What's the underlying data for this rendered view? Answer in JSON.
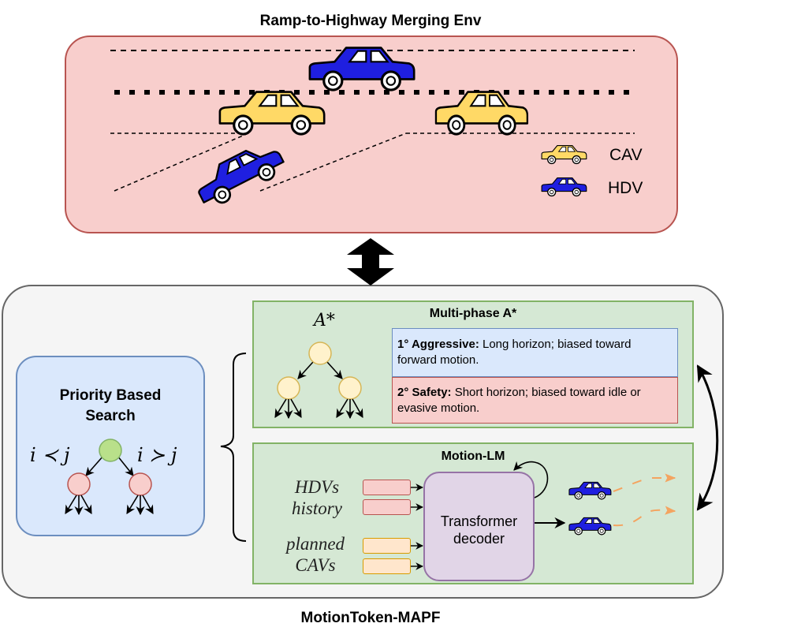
{
  "env": {
    "title": "Ramp-to-Highway Merging Env",
    "legend": [
      {
        "label": "CAV",
        "color": "#ffd966"
      },
      {
        "label": "HDV",
        "color": "#1f1fe0"
      }
    ]
  },
  "framework": {
    "title": "MotionToken-MAPF",
    "pbs": {
      "title_line1": "Priority Based",
      "title_line2": "Search",
      "left_relation": "i ≺ j",
      "right_relation": "i ≻ j"
    },
    "astar": {
      "title": "Multi-phase A*",
      "symbol": "A*",
      "phase1": {
        "head": "1° Aggressive:",
        "text": " Long horizon; biased toward forward motion."
      },
      "phase2": {
        "head": "2° Safety:",
        "text": " Short horizon; biased toward idle or evasive motion."
      }
    },
    "motion_lm": {
      "title": "Motion-LM",
      "input1_line1": "HDVs",
      "input1_line2": "history",
      "input2_line1": "planned",
      "input2_line2": "CAVs",
      "decoder_line1": "Transformer",
      "decoder_line2": "decoder"
    }
  },
  "colors": {
    "cav": "#ffd966",
    "hdv": "#1f1fe0",
    "env_fill": "#f8cecc",
    "green_fill": "#d5e8d4",
    "blue_fill": "#dae8fc",
    "trajectory": "#f4a460"
  }
}
